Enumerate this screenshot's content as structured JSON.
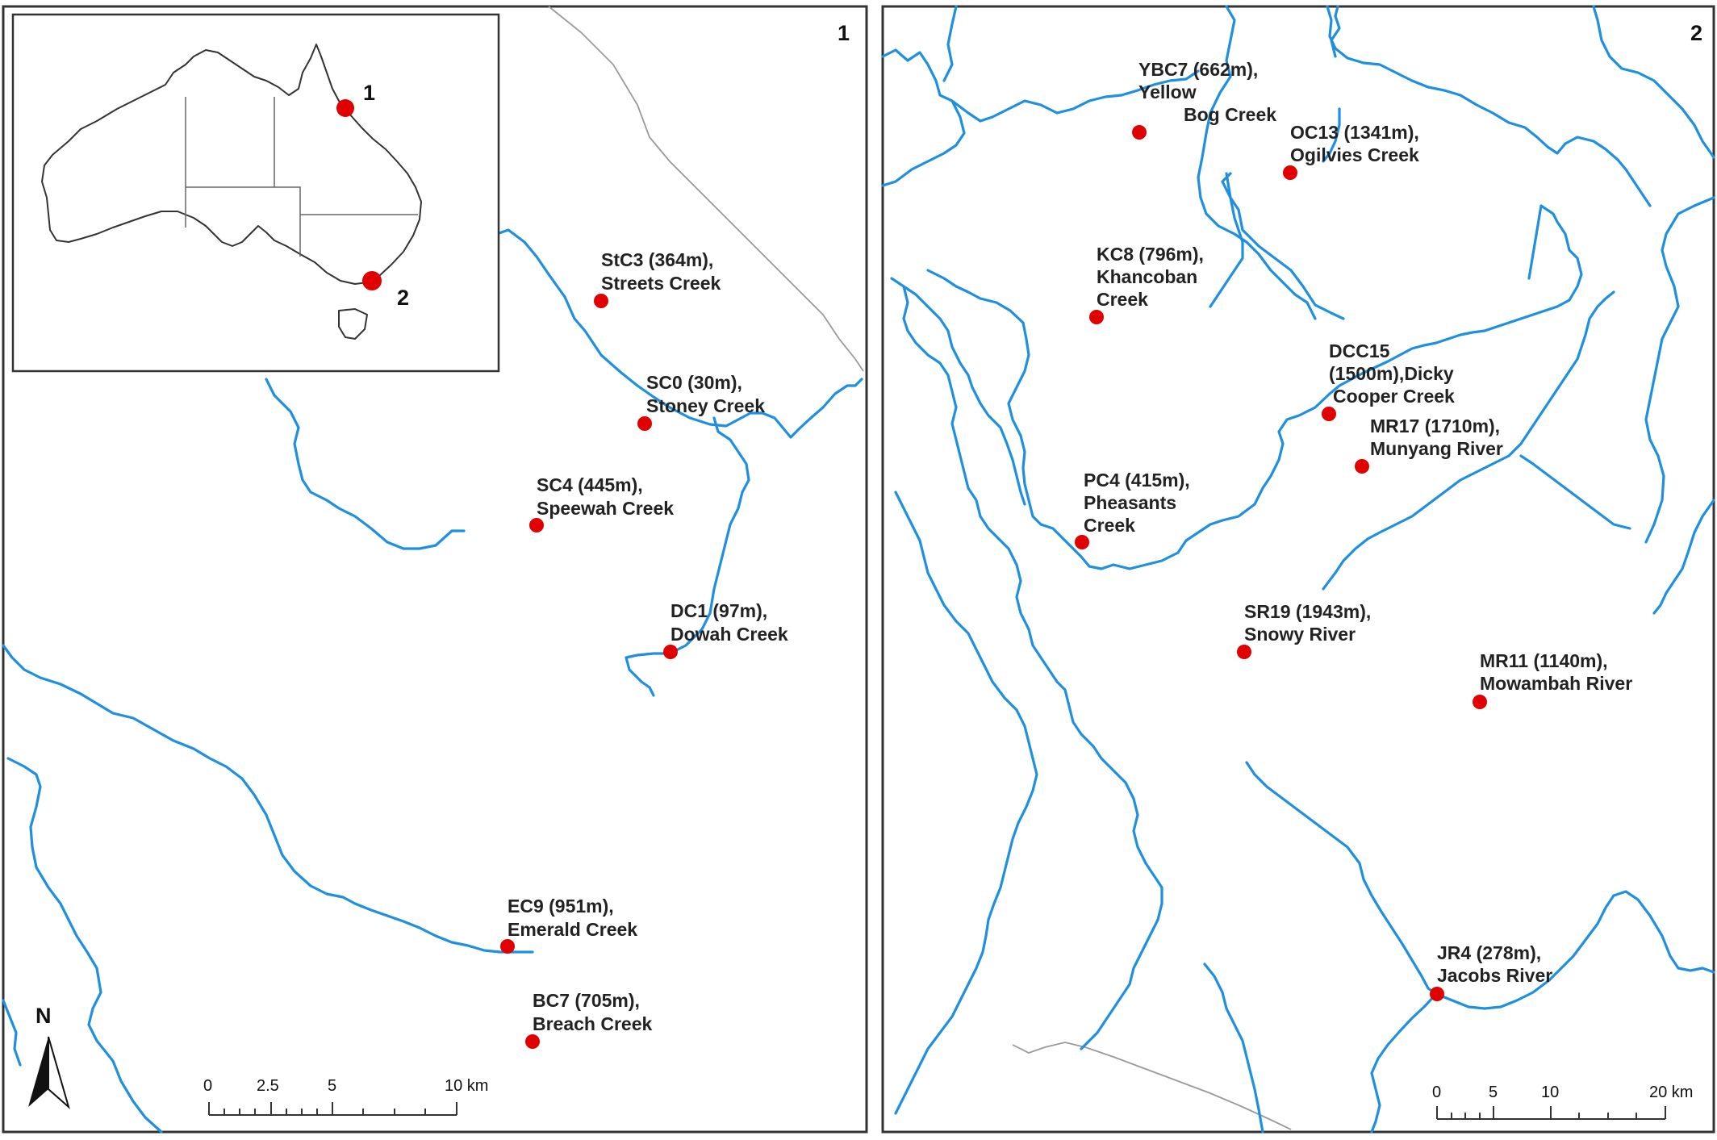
{
  "panel_1": {
    "number": "1",
    "inset": {
      "marker_1": "1",
      "marker_2": "2"
    },
    "sites": [
      {
        "id": "StC3",
        "line1": "StC3 (364m),",
        "line2": "Streets Creek"
      },
      {
        "id": "SC0",
        "line1": "SC0 (30m),",
        "line2": "Stoney Creek"
      },
      {
        "id": "SC4",
        "line1": "SC4 (445m),",
        "line2": "Speewah Creek"
      },
      {
        "id": "DC1",
        "line1": "DC1 (97m),",
        "line2": "Dowah Creek"
      },
      {
        "id": "EC9",
        "line1": "EC9 (951m),",
        "line2": "Emerald Creek"
      },
      {
        "id": "BC7",
        "line1": "BC7 (705m),",
        "line2": "Breach Creek"
      }
    ],
    "north_label": "N",
    "scale": {
      "ticks": [
        "0",
        "2.5",
        "5",
        "10 km"
      ]
    }
  },
  "panel_2": {
    "number": "2",
    "sites": [
      {
        "id": "YBC7",
        "line1": "YBC7 (662m),",
        "line2": "Yellow",
        "line3": "Bog Creek"
      },
      {
        "id": "OC13",
        "line1": "OC13 (1341m),",
        "line2": "Ogilvies Creek"
      },
      {
        "id": "KC8",
        "line1": "KC8 (796m),",
        "line2": "Khancoban",
        "line3": "Creek"
      },
      {
        "id": "DCC15",
        "line1": "DCC15",
        "line2": "(1500m),Dicky",
        "line3": "Cooper Creek"
      },
      {
        "id": "MR17",
        "line1": "MR17 (1710m),",
        "line2": "Munyang River"
      },
      {
        "id": "PC4",
        "line1": "PC4 (415m),",
        "line2": "Pheasants",
        "line3": "Creek"
      },
      {
        "id": "SR19",
        "line1": "SR19 (1943m),",
        "line2": "Snowy River"
      },
      {
        "id": "MR11",
        "line1": "MR11 (1140m),",
        "line2": "Mowambah River"
      },
      {
        "id": "JR4",
        "line1": "JR4 (278m),",
        "line2": "Jacobs River"
      }
    ],
    "scale": {
      "ticks": [
        "0",
        "5",
        "10",
        "20 km"
      ]
    }
  },
  "colors": {
    "river": "#1f8fe0",
    "site": "#e00000",
    "boundary": "#9a9a9a"
  }
}
